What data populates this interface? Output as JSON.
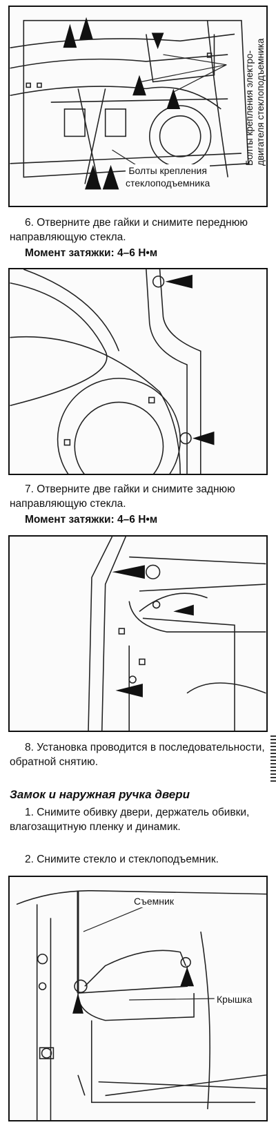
{
  "figure1": {
    "label_vertical_1": "Болты крепления электро-",
    "label_vertical_2": "двигателя стеклоподъемника",
    "label_bottom_1": "Болты крепления",
    "label_bottom_2": "стеклоподъемника"
  },
  "step6": {
    "text": "6. Отверните две гайки и снимите переднюю направляющую стекла.",
    "torque": "Момент затяжки: 4–6 Н•м"
  },
  "step7": {
    "text": "7. Отверните две гайки и снимите заднюю направляющую стекла.",
    "torque": "Момент затяжки: 4–6 Н•м"
  },
  "step8": {
    "text": "8. Установка проводится в последовательности, обратной снятию."
  },
  "section": {
    "heading": "Замок и наружная ручка двери",
    "step1": "1. Снимите обивку двери, держатель обивки, влагозащитную пленку и динамик.",
    "step2": "2. Снимите стекло и стеклоподъемник."
  },
  "figure4": {
    "label_tool": "Съемник",
    "label_cover": "Крышка"
  }
}
